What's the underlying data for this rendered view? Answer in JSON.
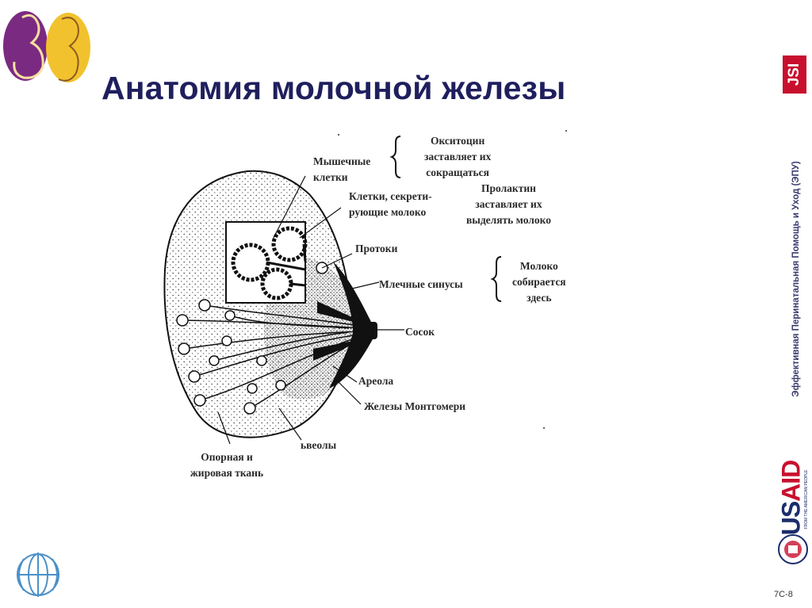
{
  "title": "Анатомия молочной железы",
  "side_text": "Эффективная Перинатальная Помощь и Уход (ЭПУ)",
  "page_number": "7C-8",
  "logos": {
    "jsi": "JSI",
    "usaid": {
      "us": "US",
      "aid": "AID",
      "tagline": "FROM THE AMERICAN PEOPLE"
    }
  },
  "labels": {
    "muscle_cells": [
      "Мышечные",
      "клетки"
    ],
    "oxytocin": [
      "Окситоцин",
      "заставляет их",
      "сокращаться"
    ],
    "secreting_cells": [
      "Клетки, секрети-",
      "рующие молоко"
    ],
    "prolactin": [
      "Пролактин",
      "заставляет их",
      "выделять молоко"
    ],
    "ducts": "Протоки",
    "sinuses": "Млечные синусы",
    "milk": [
      "Молоко",
      "собирается",
      "здесь"
    ],
    "nipple": "Сосок",
    "areola": "Ареола",
    "montgomery": "Железы Монтгомери",
    "alveoli": "ьвеолы",
    "tissue": [
      "Опорная и",
      "жировая ткань"
    ]
  },
  "colors": {
    "title": "#1f1f5e",
    "brand_red": "#c8102e",
    "brand_blue": "#1c2d6b",
    "logo_purple": "#7b2a82",
    "logo_yellow": "#f2c22e",
    "who_blue": "#4a90c8"
  }
}
